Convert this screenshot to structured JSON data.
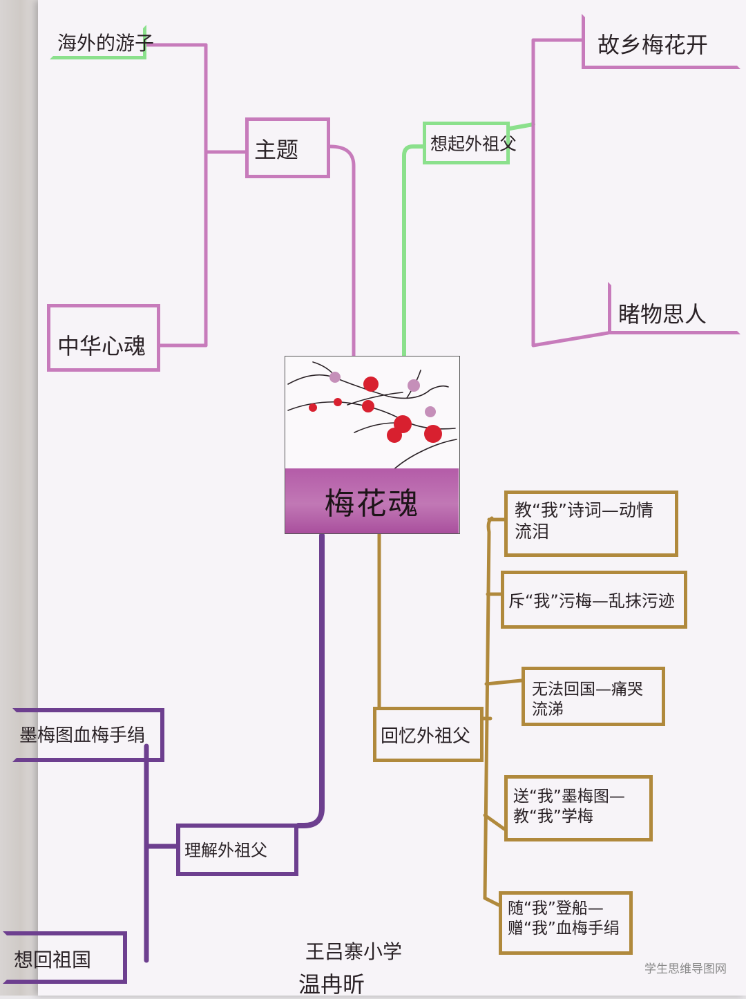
{
  "centre": {
    "title": "梅花魂"
  },
  "nodes": {
    "haiwai": "海外的游子",
    "zhuti": "主题",
    "zhonghua": "中华心魂",
    "xiangqi": "想起外祖父",
    "guxiang": "故乡梅花开",
    "duwu": "睹物思人",
    "huiyi": "回忆外祖父",
    "jiao": "教“我”诗词—动情流泪",
    "chi": "斥“我”污梅—乱抹污迹",
    "wufa": "无法回国—痛哭流涕",
    "song": "送“我”墨梅图—教“我”学梅",
    "sui": "随“我”登船—赠“我”血梅手绢",
    "lijie": "理解外祖父",
    "mo": "墨梅图血梅手绢",
    "xiang": "想回祖国"
  },
  "footer": {
    "school": "王吕寨小学",
    "author": "温冉昕"
  },
  "watermark": "学生思维导图网",
  "colors": {
    "pink": "#c77bbb",
    "green": "#8be08c",
    "brown": "#b0893c",
    "purple": "#6d3f8f",
    "blossom": "#d8202f"
  }
}
